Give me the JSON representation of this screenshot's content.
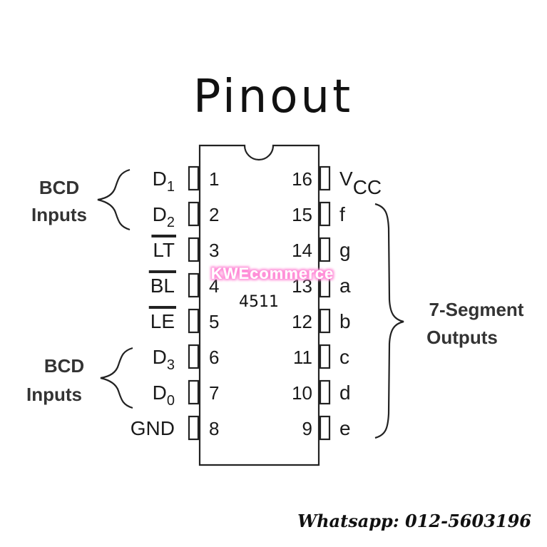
{
  "title": "Pinout",
  "chip": {
    "name": "4511"
  },
  "left_pins": [
    {
      "number": "1",
      "label": "D",
      "sub": "1",
      "overbar": false
    },
    {
      "number": "2",
      "label": "D",
      "sub": "2",
      "overbar": false
    },
    {
      "number": "3",
      "label": "LT",
      "sub": "",
      "overbar": true
    },
    {
      "number": "4",
      "label": "BL",
      "sub": "",
      "overbar": true
    },
    {
      "number": "5",
      "label": "LE",
      "sub": "",
      "overbar": true
    },
    {
      "number": "6",
      "label": "D",
      "sub": "3",
      "overbar": false
    },
    {
      "number": "7",
      "label": "D",
      "sub": "0",
      "overbar": false
    },
    {
      "number": "8",
      "label": "GND",
      "sub": "",
      "overbar": false
    }
  ],
  "right_pins": [
    {
      "number": "16",
      "label": "V",
      "sub": "CC"
    },
    {
      "number": "15",
      "label": "f",
      "sub": ""
    },
    {
      "number": "14",
      "label": "g",
      "sub": ""
    },
    {
      "number": "13",
      "label": "a",
      "sub": ""
    },
    {
      "number": "12",
      "label": "b",
      "sub": ""
    },
    {
      "number": "11",
      "label": "c",
      "sub": ""
    },
    {
      "number": "10",
      "label": "d",
      "sub": ""
    },
    {
      "number": "9",
      "label": "e",
      "sub": ""
    }
  ],
  "groups": {
    "bcd_top": [
      "BCD",
      "Inputs"
    ],
    "bcd_bottom": [
      "BCD",
      "Inputs"
    ],
    "segment_outputs": [
      "7-Segment",
      "Outputs"
    ]
  },
  "watermark": "KWEcommerce",
  "contact": "Whatsapp: 012-5603196",
  "colors": {
    "line": "#222222",
    "watermark_glow": "#ff8fd8"
  }
}
